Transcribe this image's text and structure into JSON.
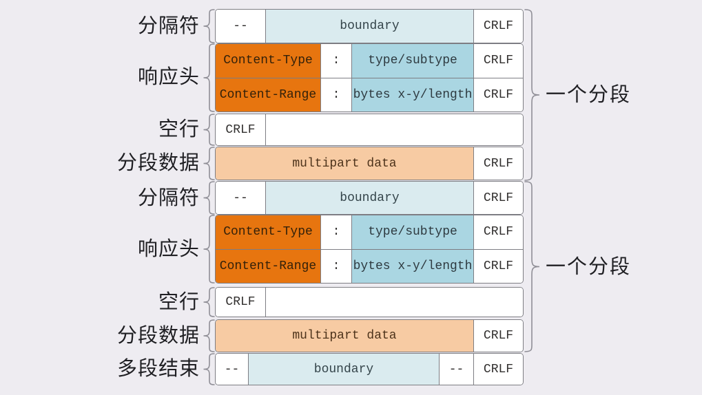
{
  "colors": {
    "background": "#EEECF1",
    "orange": "#E7750F",
    "value_blue": "#AAD6E2",
    "boundary_light_blue": "#DAEBEF",
    "data_peach": "#F7CBA3",
    "border_grey": "#7D7D83"
  },
  "left_labels": [
    {
      "text": "分隔符"
    },
    {
      "text": "响应头"
    },
    {
      "text": "空行"
    },
    {
      "text": "分段数据"
    },
    {
      "text": "分隔符"
    },
    {
      "text": "响应头"
    },
    {
      "text": "空行"
    },
    {
      "text": "分段数据"
    },
    {
      "text": "多段结束"
    }
  ],
  "right_labels": [
    {
      "text": "一个分段"
    },
    {
      "text": "一个分段"
    }
  ],
  "rows": [
    {
      "cells": [
        {
          "text": "--"
        },
        {
          "text": "boundary"
        },
        {
          "text": "CRLF"
        }
      ]
    },
    {
      "cells": [
        {
          "text": "Content-Type"
        },
        {
          "text": ":"
        },
        {
          "text": "type/subtype"
        },
        {
          "text": "CRLF"
        }
      ]
    },
    {
      "cells": [
        {
          "text": "Content-Range"
        },
        {
          "text": ":"
        },
        {
          "text": "bytes x-y/length"
        },
        {
          "text": "CRLF"
        }
      ]
    },
    {
      "cells": [
        {
          "text": "CRLF"
        }
      ]
    },
    {
      "cells": [
        {
          "text": "multipart data"
        },
        {
          "text": "CRLF"
        }
      ]
    },
    {
      "cells": [
        {
          "text": "--"
        },
        {
          "text": "boundary"
        },
        {
          "text": "CRLF"
        }
      ]
    },
    {
      "cells": [
        {
          "text": "Content-Type"
        },
        {
          "text": ":"
        },
        {
          "text": "type/subtype"
        },
        {
          "text": "CRLF"
        }
      ]
    },
    {
      "cells": [
        {
          "text": "Content-Range"
        },
        {
          "text": ":"
        },
        {
          "text": "bytes x-y/length"
        },
        {
          "text": "CRLF"
        }
      ]
    },
    {
      "cells": [
        {
          "text": "CRLF"
        }
      ]
    },
    {
      "cells": [
        {
          "text": "multipart data"
        },
        {
          "text": "CRLF"
        }
      ]
    },
    {
      "cells": [
        {
          "text": "--"
        },
        {
          "text": "boundary"
        },
        {
          "text": "--"
        },
        {
          "text": "CRLF"
        }
      ]
    }
  ]
}
